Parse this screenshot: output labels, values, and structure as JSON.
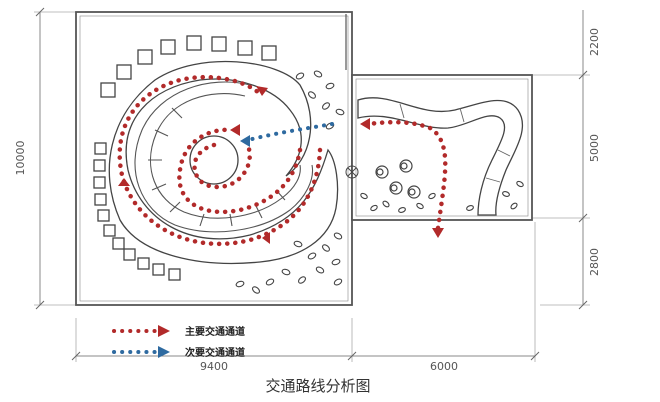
{
  "dimensions": {
    "left_total": "10000",
    "right_top": "2200",
    "right_middle": "5000",
    "right_bottom": "2800",
    "bottom_left": "9400",
    "bottom_right": "6000"
  },
  "legend": {
    "primary_label": "主要交通通道",
    "secondary_label": "次要交通通道"
  },
  "title": "交通路线分析图",
  "colors": {
    "primary_route": "#b22a2a",
    "secondary_route": "#2e6aa0",
    "walls": "#555555"
  }
}
